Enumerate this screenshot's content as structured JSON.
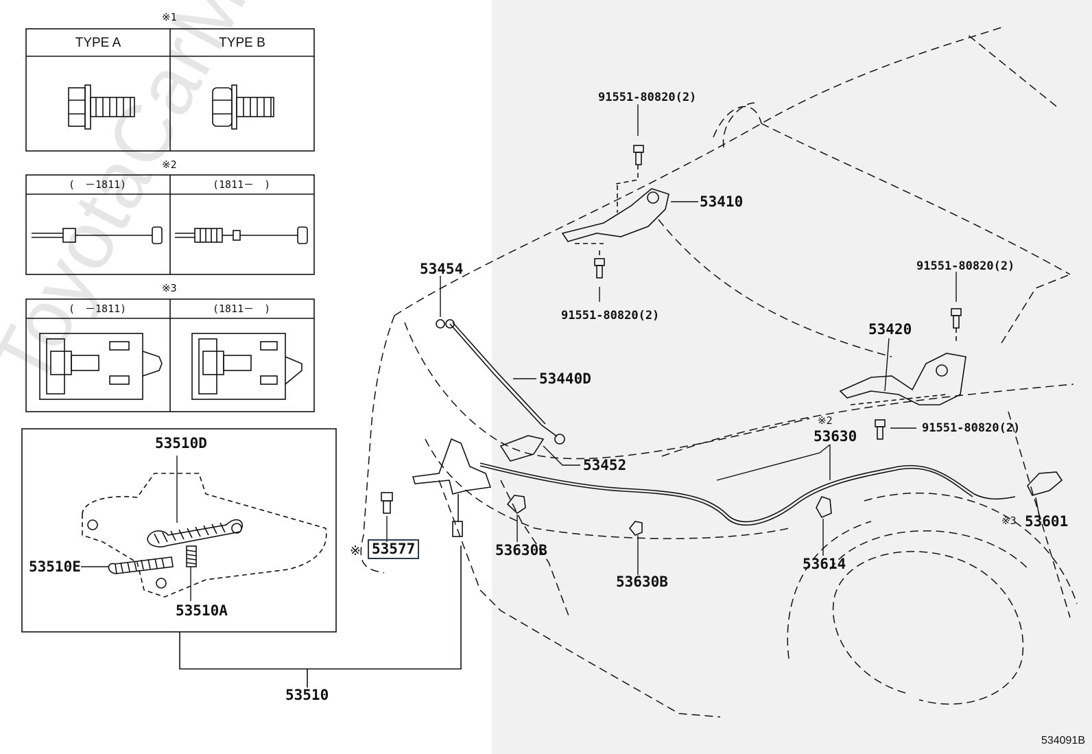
{
  "insets": {
    "note1": {
      "mark": "※1",
      "col_a": "TYPE A",
      "col_b": "TYPE B"
    },
    "note2": {
      "mark": "※2",
      "col_a": "(　－1811)",
      "col_b": "(1811－　)"
    },
    "note3": {
      "mark": "※3",
      "col_a": "(　－1811)",
      "col_b": "(1811－　)"
    }
  },
  "callouts": {
    "p53410": "53410",
    "p91551_a": "91551-80820(2)",
    "p91551_b": "91551-80820(2)",
    "p91551_c": "91551-80820(2)",
    "p91551_d": "91551-80820(2)",
    "p53454": "53454",
    "p53440D": "53440D",
    "p53452": "53452",
    "p53420": "53420",
    "p53630_mark": "※2",
    "p53630": "53630",
    "p53601_mark": "※3",
    "p53601": "53601",
    "p53614": "53614",
    "p53630B_a": "53630B",
    "p53630B_b": "53630B",
    "p53577_mark": "※",
    "p53577": "53577",
    "p53510D": "53510D",
    "p53510E": "53510E",
    "p53510A": "53510A",
    "p53510": "53510"
  },
  "watermark": "ToyotaCarMine.ru",
  "figure_code": "534091B"
}
